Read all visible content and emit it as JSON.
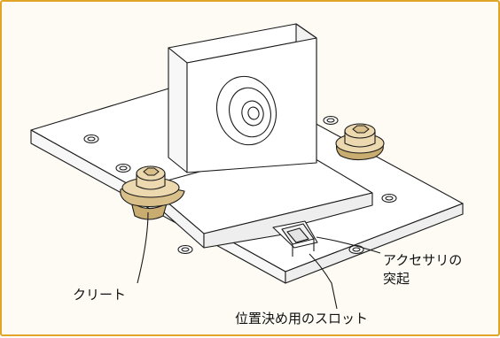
{
  "labels": {
    "cleat": "クリート",
    "accessory_tab_line1": "アクセサリの",
    "accessory_tab_line2": "突起",
    "positioning_slot": "位置決め用のスロット"
  },
  "colors": {
    "border": "#e0a526",
    "background": "#fdfbf4",
    "line": "#1a1a1a",
    "cleat_fill": "#ecd9b0",
    "cleat_shadow": "#c9ac70"
  }
}
